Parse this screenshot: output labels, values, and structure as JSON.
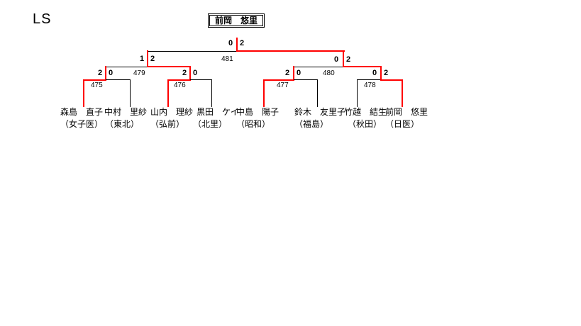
{
  "page": {
    "category_label": "LS"
  },
  "champion": {
    "name": "前岡　悠里"
  },
  "colors": {
    "winner_path": "#ff0000",
    "line": "#000000"
  },
  "bracket": {
    "final": {
      "match_no": "481",
      "score_left": "0",
      "score_right": "2",
      "winner_side": "right"
    },
    "semifinals": [
      {
        "match_no": "479",
        "score_left": "1",
        "score_right": "2",
        "winner_side": "right"
      },
      {
        "match_no": "480",
        "score_left": "0",
        "score_right": "2",
        "winner_side": "right"
      }
    ],
    "quarterfinals": [
      {
        "match_no": "475",
        "score_left": "2",
        "score_right": "0",
        "winner_side": "left"
      },
      {
        "match_no": "476",
        "score_left": "2",
        "score_right": "0",
        "winner_side": "left"
      },
      {
        "match_no": "477",
        "score_left": "2",
        "score_right": "0",
        "winner_side": "left"
      },
      {
        "match_no": "478",
        "score_left": "0",
        "score_right": "2",
        "winner_side": "right"
      }
    ],
    "players": [
      {
        "name": "森島　直子",
        "team": "（女子医）"
      },
      {
        "name": "中村　里紗",
        "team": "（東北）"
      },
      {
        "name": "山内　理紗",
        "team": "（弘前）"
      },
      {
        "name": "黒田　ケイ",
        "team": "（北里）"
      },
      {
        "name": "中島　陽子",
        "team": "（昭和）"
      },
      {
        "name": "鈴木　友里子",
        "team": "（福島）"
      },
      {
        "name": "竹越　結生",
        "team": "（秋田）"
      },
      {
        "name": "前岡　悠里",
        "team": "（日医）"
      }
    ]
  }
}
